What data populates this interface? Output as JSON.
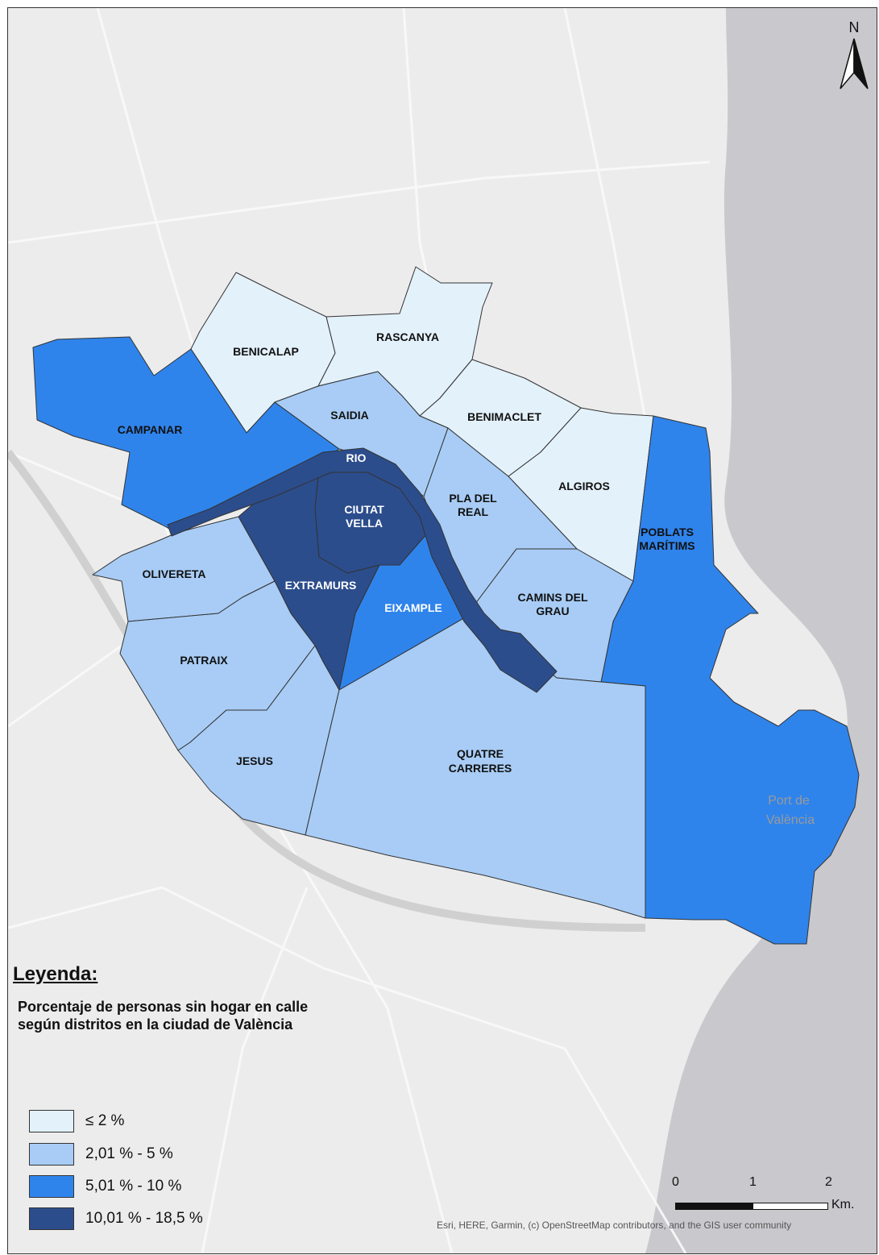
{
  "map": {
    "districts": [
      {
        "name": "BENICALAP",
        "class": "c1"
      },
      {
        "name": "RASCANYA",
        "class": "c1"
      },
      {
        "name": "BENIMACLET",
        "class": "c1"
      },
      {
        "name": "ALGIROS",
        "class": "c1"
      },
      {
        "name": "CAMPANAR",
        "class": "c3"
      },
      {
        "name": "SAIDIA",
        "class": "c2"
      },
      {
        "name": "RIO",
        "class": "c4"
      },
      {
        "name": "CIUTAT VELLA",
        "class": "c4"
      },
      {
        "name": "PLA DEL REAL",
        "class": "c2"
      },
      {
        "name": "POBLATS MARÍTIMS",
        "class": "c3"
      },
      {
        "name": "OLIVERETA",
        "class": "c2"
      },
      {
        "name": "EXTRAMURS",
        "class": "c4"
      },
      {
        "name": "EIXAMPLE",
        "class": "c3"
      },
      {
        "name": "CAMINS DEL GRAU",
        "class": "c2"
      },
      {
        "name": "PATRAIX",
        "class": "c2"
      },
      {
        "name": "JESUS",
        "class": "c2"
      },
      {
        "name": "QUATRE CARRERES",
        "class": "c2"
      }
    ],
    "labels": {
      "benicalap": "BENICALAP",
      "rascanya": "RASCANYA",
      "benimaclet": "BENIMACLET",
      "algiros": "ALGIROS",
      "campanar": "CAMPANAR",
      "saidia": "SAIDIA",
      "rio": "RIO",
      "ciutat_vella_1": "CIUTAT",
      "ciutat_vella_2": "VELLA",
      "pla_real_1": "PLA DEL",
      "pla_real_2": "REAL",
      "poblats_1": "POBLATS",
      "poblats_2": "MARÍTIMS",
      "olivereta": "OLIVERETA",
      "extramurs": "EXTRAMURS",
      "eixample": "EIXAMPLE",
      "camins_1": "CAMINS DEL",
      "camins_2": "GRAU",
      "patraix": "PATRAIX",
      "jesus": "JESUS",
      "quatre_1": "QUATRE",
      "quatre_2": "CARRERES",
      "port_1": "Port de",
      "port_2": "València"
    },
    "north_label": "N"
  },
  "colors": {
    "c1": "#e3f1fb",
    "c2": "#a8ccf5",
    "c3": "#2f84ec",
    "c4": "#2c4d8c",
    "sea": "#c9c9cd",
    "land": "#ececec"
  },
  "legend": {
    "title": "Leyenda:",
    "subtitle_line1": "Porcentaje de personas sin hogar en calle",
    "subtitle_line2": "según distritos en la ciudad de València",
    "items": [
      {
        "label": "≤ 2 %",
        "color": "#e3f1fb"
      },
      {
        "label": "2,01 % - 5 %",
        "color": "#a8ccf5"
      },
      {
        "label": "5,01 % - 10 %",
        "color": "#2f84ec"
      },
      {
        "label": "10,01 % - 18,5 %",
        "color": "#2c4d8c"
      }
    ]
  },
  "scale": {
    "ticks": [
      "0",
      "1",
      "2"
    ],
    "unit": "Km."
  },
  "credit": "Esri, HERE, Garmin, (c) OpenStreetMap contributors, and the GIS user community"
}
